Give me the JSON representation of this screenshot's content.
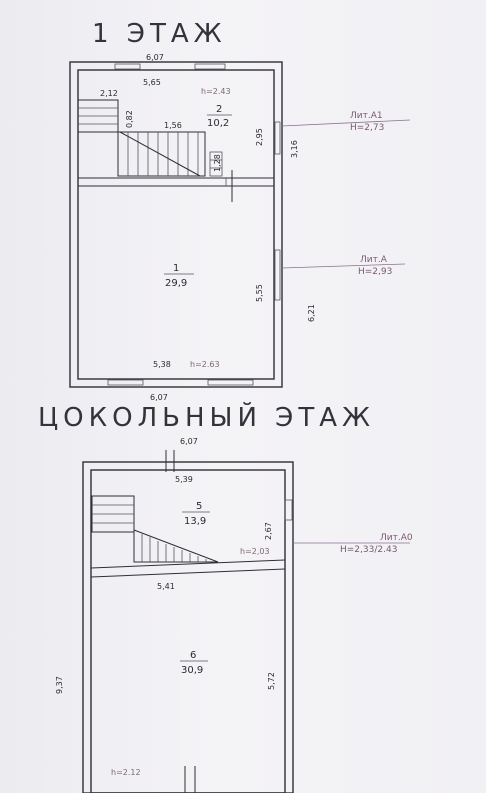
{
  "titles": {
    "floor1": "1 ЭТАЖ",
    "basement": "ЦОКОЛЬНЫЙ ЭТАЖ"
  },
  "floor1": {
    "dims": {
      "top_outer": "6,07",
      "top_inner": "5,65",
      "stair_w": "2,12",
      "h_room2": "h=2.43",
      "v082": "0,82",
      "v156": "1,56",
      "v295": "2,95",
      "v316": "3,16",
      "v128": "1,28",
      "v555": "5,55",
      "v621": "6,21",
      "bottom_inner": "5,38",
      "h_room1": "h=2.63",
      "bottom_outer": "6,07"
    },
    "room2": {
      "number": "2",
      "area": "10,2"
    },
    "room1": {
      "number": "1",
      "area": "29,9"
    },
    "lit_a1": {
      "name": "Лит.А1",
      "height": "H=2,73"
    },
    "lit_a": {
      "name": "Лит.А",
      "height": "H=2,93"
    }
  },
  "basement": {
    "dims": {
      "top_outer": "6,07",
      "top_inner": "5,39",
      "v267": "2,67",
      "h_room5": "h=2,03",
      "mid_width": "5,41",
      "v937": "9,37",
      "v572": "5,72",
      "h_room6": "h=2.12"
    },
    "room5": {
      "number": "5",
      "area": "13,9"
    },
    "room6": {
      "number": "6",
      "area": "30,9"
    },
    "lit_a0": {
      "name": "Лит.А0",
      "height": "H=2,33/2.43"
    }
  }
}
